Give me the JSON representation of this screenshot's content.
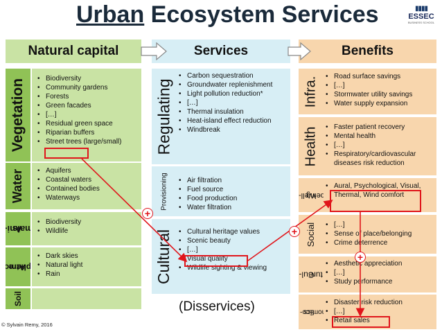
{
  "title": {
    "part1": "Urban",
    "part2": " Ecosystem Services"
  },
  "logo": {
    "name": "ESSEC",
    "sub": "BUSINESS SCHOOL"
  },
  "headers": {
    "natural_capital": "Natural capital",
    "services": "Services",
    "benefits": "Benefits"
  },
  "natural": {
    "vegetation": {
      "label": "Vegetation",
      "items": [
        "Biodiversity",
        "Community gardens",
        "Forests",
        "Green facades",
        "[…]",
        "Residual green space",
        "Riparian buffers",
        "Street trees (large/small)"
      ]
    },
    "water": {
      "label": "Water",
      "items": [
        "Aquifers",
        "Coastal waters",
        "Contained bodies",
        "Waterways"
      ]
    },
    "animals": {
      "label1": "Ani-",
      "label2": "mals",
      "items": [
        "Biodiversity",
        "Wildlife"
      ]
    },
    "atmosphere": {
      "label1": "Atmo-",
      "label2": "sphere",
      "items": [
        "Dark skies",
        "Natural light",
        "Rain"
      ]
    },
    "soil": {
      "label": "Soil"
    }
  },
  "services": {
    "regulating": {
      "label": "Regulating",
      "items": [
        "Carbon sequestration",
        "Groundwater replenishment",
        "Light pollution reduction*",
        "[…]",
        "Thermal insulation",
        "Heat-island effect reduction",
        "Windbreak"
      ]
    },
    "provisioning": {
      "label": "Provisioning",
      "items": [
        "Air filtration",
        "Fuel source",
        "Food production",
        "Water filtration"
      ]
    },
    "cultural": {
      "label": "Cultural",
      "items": [
        "Cultural heritage values",
        "Scenic beauty",
        "[…]",
        "Visual quality",
        "Wildlife sighting & viewing"
      ]
    }
  },
  "benefits": {
    "infra": {
      "label": "Infra.",
      "items": [
        "Road surface savings",
        "[…]",
        "Stormwater utility savings",
        "Water supply expansion"
      ]
    },
    "health": {
      "label": "Health",
      "items": [
        "Faster patient recovery",
        "Mental health",
        "[…]",
        "Respiratory/cardiovascular diseases risk reduction"
      ]
    },
    "wellbeing": {
      "label1": "Well-",
      "label2": "being",
      "items": [
        "Aural, Psychological, Visual, Thermal, Wind comfort"
      ]
    },
    "social": {
      "label": "Social",
      "items": [
        "[…]",
        "Sense of place/belonging",
        "Crime deterrence"
      ]
    },
    "culture": {
      "label1": "Cul-",
      "label2": "ture",
      "items": [
        "Aesthetic appreciation",
        "[…]",
        "Study performance"
      ]
    },
    "economics": {
      "label1": "Eco-",
      "label2": "nomics",
      "items": [
        "Disaster risk reduction",
        "[…]",
        "Retail sales"
      ]
    }
  },
  "plus_symbol": "+",
  "disservices": "(Disservices)",
  "copyright": "© Sylvain Remy, 2016",
  "colors": {
    "green": "#c9e3a4",
    "green_label": "#90c256",
    "blue": "#d7eef5",
    "peach": "#f8d6ad",
    "red": "#e0151b"
  }
}
